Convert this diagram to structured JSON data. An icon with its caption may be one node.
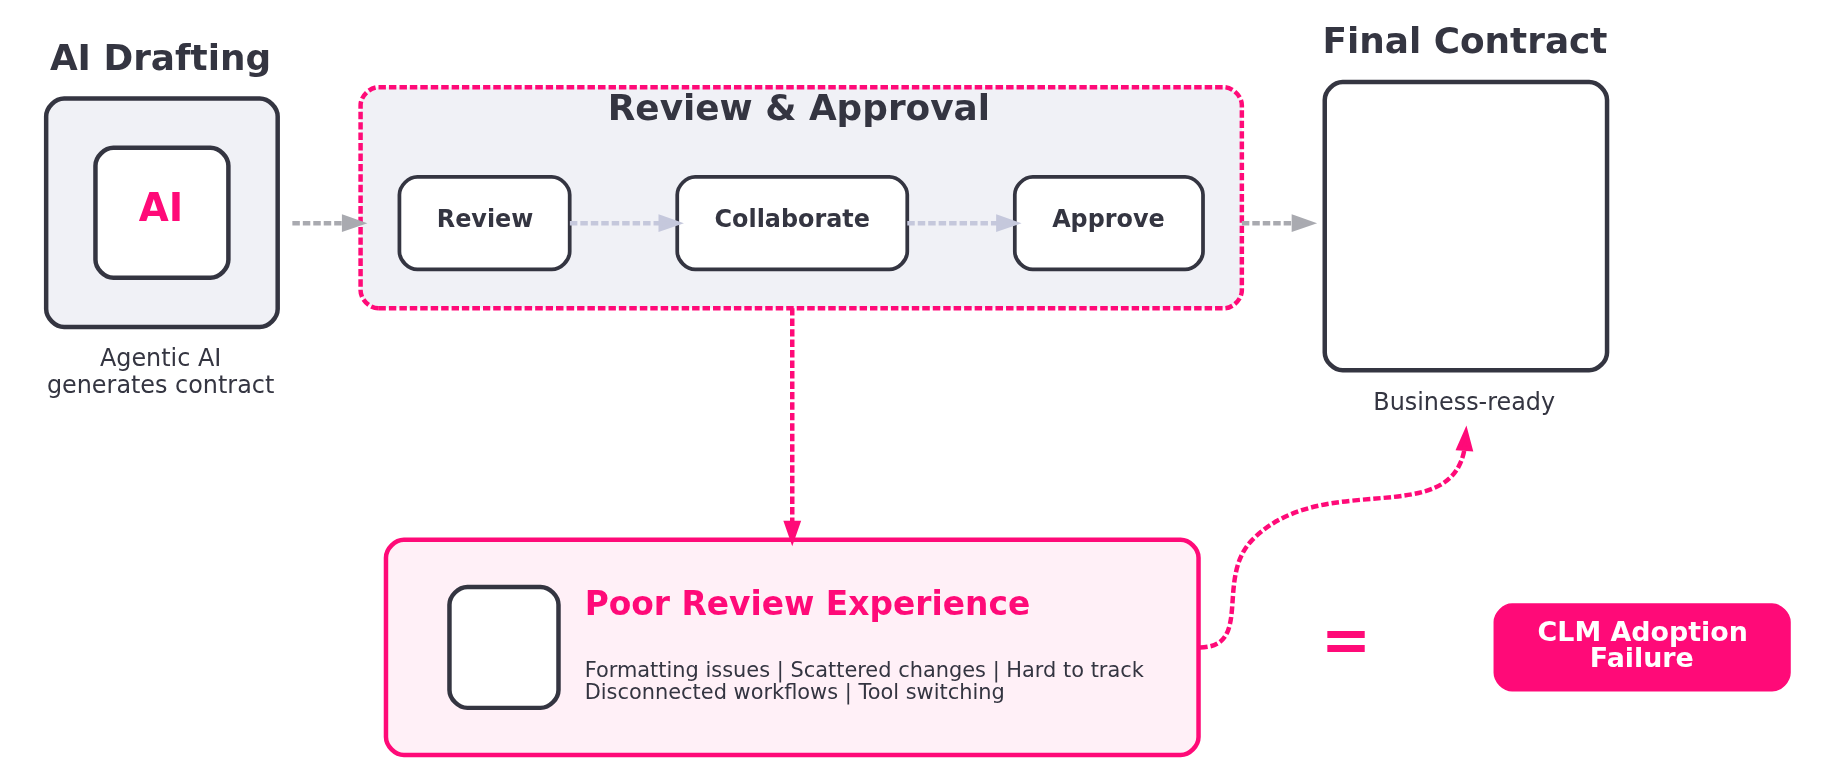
{
  "diagram": {
    "nodes": [
      {
        "text": [
          "AI Drafting",
          "AI"
        ],
        "beside": [
          "Agentic AI generates contract"
        ]
      },
      {
        "text": [
          "Review & Approval"
        ]
      },
      {
        "text": [
          "Review"
        ],
        "in": 1
      },
      {
        "text": [
          "Collaborate"
        ],
        "in": 1
      },
      {
        "text": [
          "Approve"
        ],
        "in": 1
      },
      {
        "text": [
          "Final Contract"
        ],
        "beside": [
          "Business-ready"
        ]
      },
      {
        "text": [
          "Poor Review Experience",
          "Formatting issues | Scattered changes | Hard to track Disconnected workflows | Tool switching"
        ]
      },
      {
        "text": [
          "CLM Adoption Failure"
        ]
      }
    ],
    "edges": [
      {
        "from": 0,
        "to": 1,
        "arrow": "to",
        "style": "dashed",
        "color": "#a9aab0"
      },
      {
        "from": 2,
        "to": 3,
        "arrow": "to",
        "style": "dashed",
        "color": "#c5c8dc"
      },
      {
        "from": 3,
        "to": 4,
        "arrow": "to",
        "style": "dashed",
        "color": "#c5c8dc"
      },
      {
        "from": 1,
        "to": 5,
        "arrow": "to",
        "style": "dashed",
        "color": "#a9aab0"
      },
      {
        "from": 1,
        "to": 6,
        "arrow": "to",
        "style": "dashed",
        "color": "#ff0a78"
      },
      {
        "from": 6,
        "to": 5,
        "arrow": "to",
        "style": "dashed",
        "color": "#ff0a78"
      }
    ],
    "labels": [
      "="
    ]
  }
}
